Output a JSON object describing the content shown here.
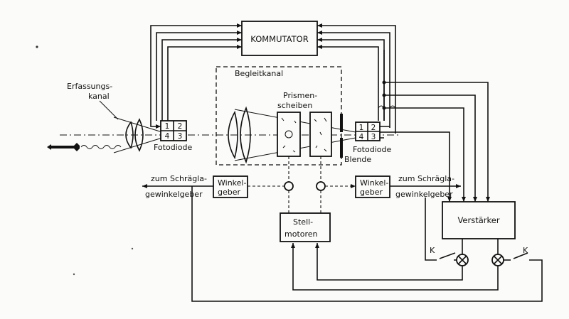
{
  "labels": {
    "kommutator": "KOMMUTATOR",
    "erfassungskanal_1": "Erfassungs-",
    "erfassungskanal_2": "kanal",
    "begleitkanal": "Begleitkanal",
    "prismenscheiben_1": "Prismen-",
    "prismenscheiben_2": "scheiben",
    "fotodiode_left": "Fotodiode",
    "fotodiode_right": "Fotodiode",
    "blende": "Blende",
    "zum_schraegla_left_1": "zum Schrägla-",
    "zum_schraegla_left_2": "gewinkelgeber",
    "zum_schraegla_right_1": "zum Schrägla-",
    "zum_schraegla_right_2": "gewinkelgeber",
    "winkelgeber_left_1": "Winkel-",
    "winkelgeber_left_2": "geber",
    "winkelgeber_right_1": "Winkel-",
    "winkelgeber_right_2": "geber",
    "stellmotoren_1": "Stell-",
    "stellmotoren_2": "motoren",
    "verstaerker": "Verstärker",
    "k_left": "K",
    "k_right": "K"
  },
  "diode_left": [
    "1",
    "2",
    "4",
    "3"
  ],
  "diode_right": [
    "1",
    "2",
    "4",
    "3"
  ]
}
